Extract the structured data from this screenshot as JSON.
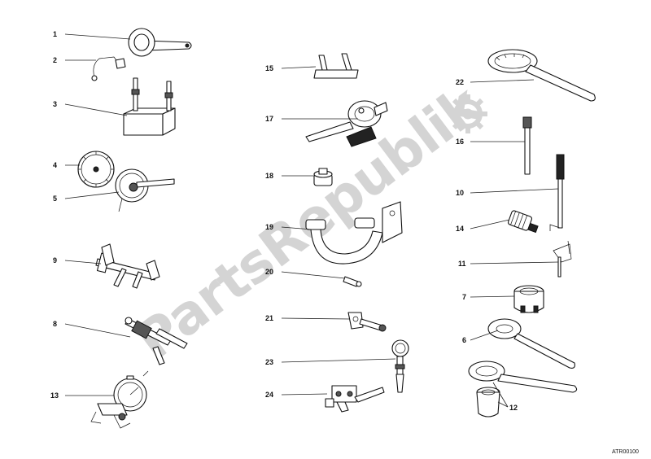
{
  "diagram": {
    "watermark": "PartsRepublik",
    "drawing_code": "ATR00100",
    "callouts": [
      {
        "id": "1",
        "label": "1"
      },
      {
        "id": "2",
        "label": "2"
      },
      {
        "id": "3",
        "label": "3"
      },
      {
        "id": "4",
        "label": "4"
      },
      {
        "id": "5",
        "label": "5"
      },
      {
        "id": "9",
        "label": "9"
      },
      {
        "id": "8",
        "label": "8"
      },
      {
        "id": "13",
        "label": "13"
      },
      {
        "id": "15",
        "label": "15"
      },
      {
        "id": "17",
        "label": "17"
      },
      {
        "id": "18",
        "label": "18"
      },
      {
        "id": "19",
        "label": "19"
      },
      {
        "id": "20",
        "label": "20"
      },
      {
        "id": "21",
        "label": "21"
      },
      {
        "id": "23",
        "label": "23"
      },
      {
        "id": "24",
        "label": "24"
      },
      {
        "id": "22",
        "label": "22"
      },
      {
        "id": "16",
        "label": "16"
      },
      {
        "id": "10",
        "label": "10"
      },
      {
        "id": "14",
        "label": "14"
      },
      {
        "id": "11",
        "label": "11"
      },
      {
        "id": "7",
        "label": "7"
      },
      {
        "id": "6",
        "label": "6"
      },
      {
        "id": "12",
        "label": "12"
      }
    ]
  }
}
